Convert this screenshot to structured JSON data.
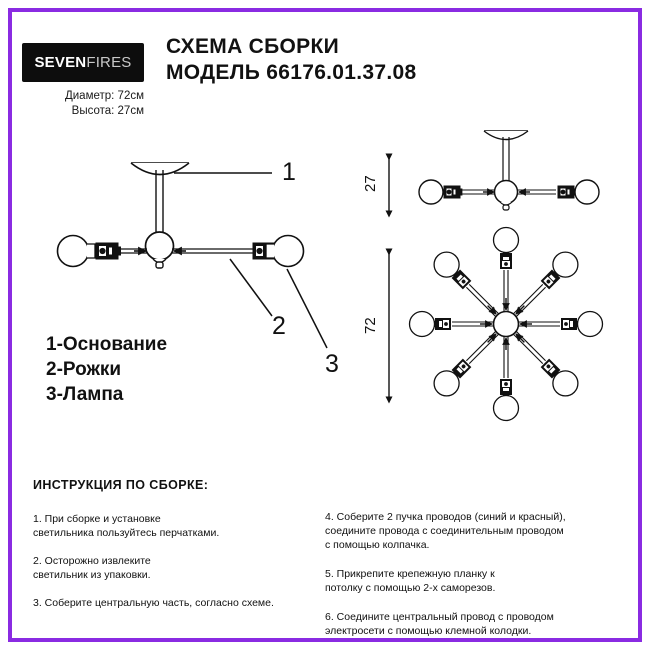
{
  "page": {
    "border_color": "#8a2be2",
    "background": "#ffffff"
  },
  "header": {
    "logo": {
      "part1": "SEVEN",
      "part2": "FIRES",
      "background": "#0d0d0d"
    },
    "title_line1": "СХЕМА СБОРКИ",
    "title_line2": "МОДЕЛЬ 66176.01.37.08",
    "specs": {
      "diameter": "Диаметр: 72см",
      "height": "Высота: 27см"
    }
  },
  "callouts": {
    "one": "1",
    "two": "2",
    "three": "3"
  },
  "legend": {
    "line1": "1-Основание",
    "line2": "2-Рожки",
    "line3": "3-Лампа"
  },
  "dimensions": {
    "height_value": "27",
    "diameter_value": "72"
  },
  "instructions": {
    "heading": "ИНСТРУКЦИЯ ПО СБОРКЕ:",
    "left": [
      "1. При сборке и установке\nсветильника пользуйтесь перчатками.",
      "2. Осторожно извлеките\nсветильник из упаковки.",
      "3. Соберите центральную часть, согласно схеме."
    ],
    "right": [
      "4. Соберите 2 пучка проводов (синий и красный),\nсоедините провода с соединительным проводом\nс помощью колпачка.",
      "5. Прикрепите крепежную планку к\nпотолку с помощью 2-х саморезов.",
      "6. Соедините центральный провод с проводом\nэлектросети с помощью клемной колодки."
    ]
  }
}
